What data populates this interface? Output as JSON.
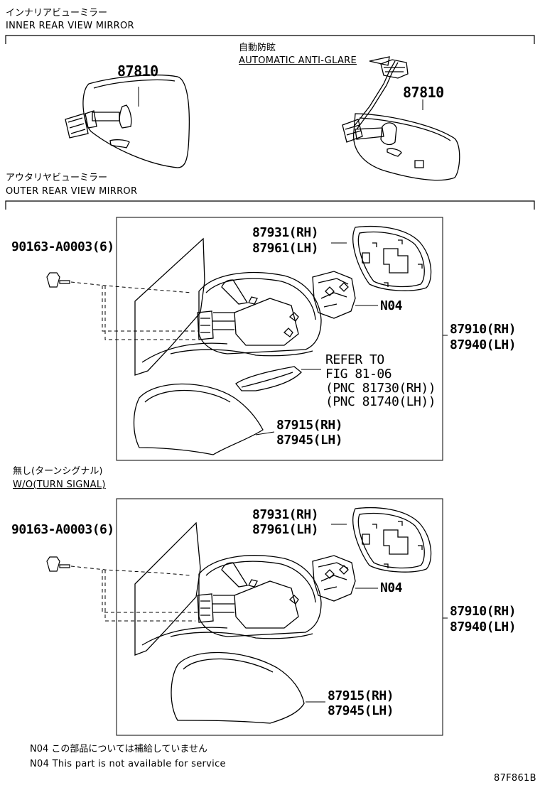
{
  "inner": {
    "title_jp": "インナリアビューミラー",
    "title_en": "INNER REAR VIEW MIRROR",
    "anti_glare_jp": "自動防眩",
    "anti_glare_en": "AUTOMATIC ANTI-GLARE",
    "part_left": "87810",
    "part_right": "87810"
  },
  "outer": {
    "title_jp": "アウタリヤビューミラー",
    "title_en": "OUTER REAR VIEW MIRROR",
    "bolt": "90163-A0003(6)",
    "mirror_rh": "87931(RH)",
    "mirror_lh": "87961(LH)",
    "n04": "N04",
    "assy_rh": "87910(RH)",
    "assy_lh": "87940(LH)",
    "refer_1": "REFER TO",
    "refer_2": "FIG 81-06",
    "refer_3": "(PNC 81730(RH))",
    "refer_4": "(PNC 81740(LH))",
    "cover_rh": "87915(RH)",
    "cover_lh": "87945(LH)"
  },
  "wo": {
    "title_jp": "無し(ターンシグナル)",
    "title_en": "W/O(TURN SIGNAL)",
    "bolt": "90163-A0003(6)",
    "mirror_rh": "87931(RH)",
    "mirror_lh": "87961(LH)",
    "n04": "N04",
    "assy_rh": "87910(RH)",
    "assy_lh": "87940(LH)",
    "cover_rh": "87915(RH)",
    "cover_lh": "87945(LH)"
  },
  "notes": {
    "jp": "N04 この部品については補給していません",
    "en": "N04 This part is not available for service",
    "code": "87F861B"
  }
}
